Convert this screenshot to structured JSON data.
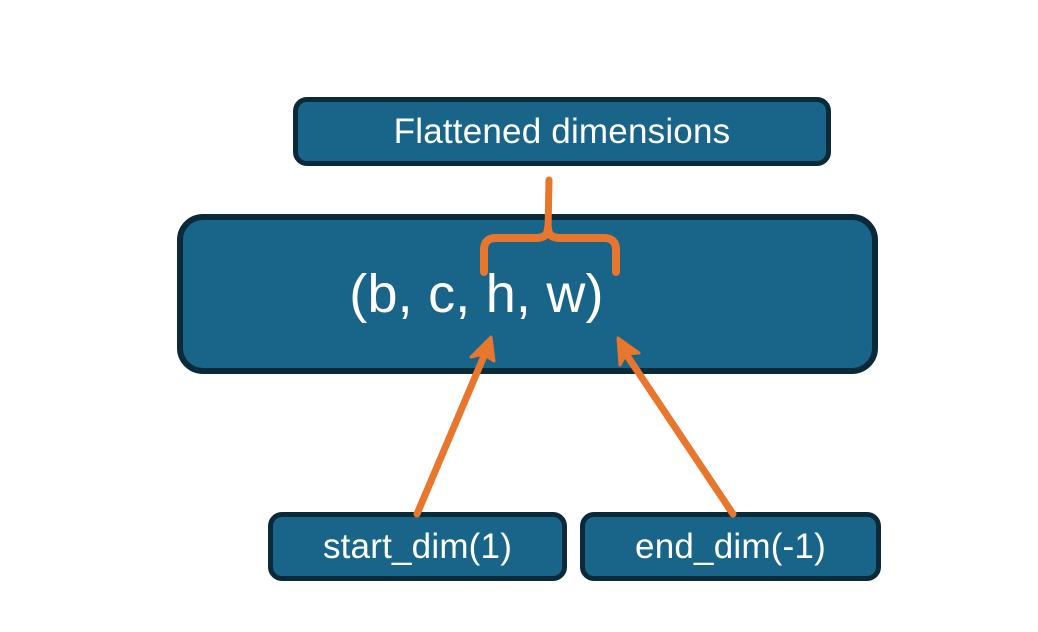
{
  "diagram": {
    "title_node": {
      "label": "Flattened dimensions"
    },
    "shape_node": {
      "label": "(b, c, h, w)"
    },
    "start_node": {
      "label": "start_dim(1)"
    },
    "end_node": {
      "label": "end_dim(-1)"
    },
    "colors": {
      "node_fill": "#19658a",
      "node_border": "#0b2a39",
      "node_text": "#ffffff",
      "accent": "#e8762c",
      "background": "#ffffff"
    },
    "annotations": {
      "brace": "curly-brace-up",
      "start_arrow": "arrow-up-right",
      "end_arrow": "arrow-up-left"
    }
  }
}
